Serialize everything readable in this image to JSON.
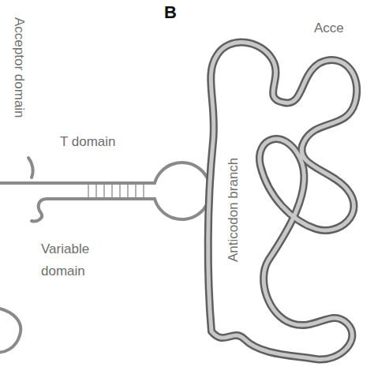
{
  "diagram": {
    "labels": [
      "Acceptor domain",
      "T domain",
      "Variable domain",
      "B",
      "Acce",
      "Anticodon branch"
    ]
  }
}
